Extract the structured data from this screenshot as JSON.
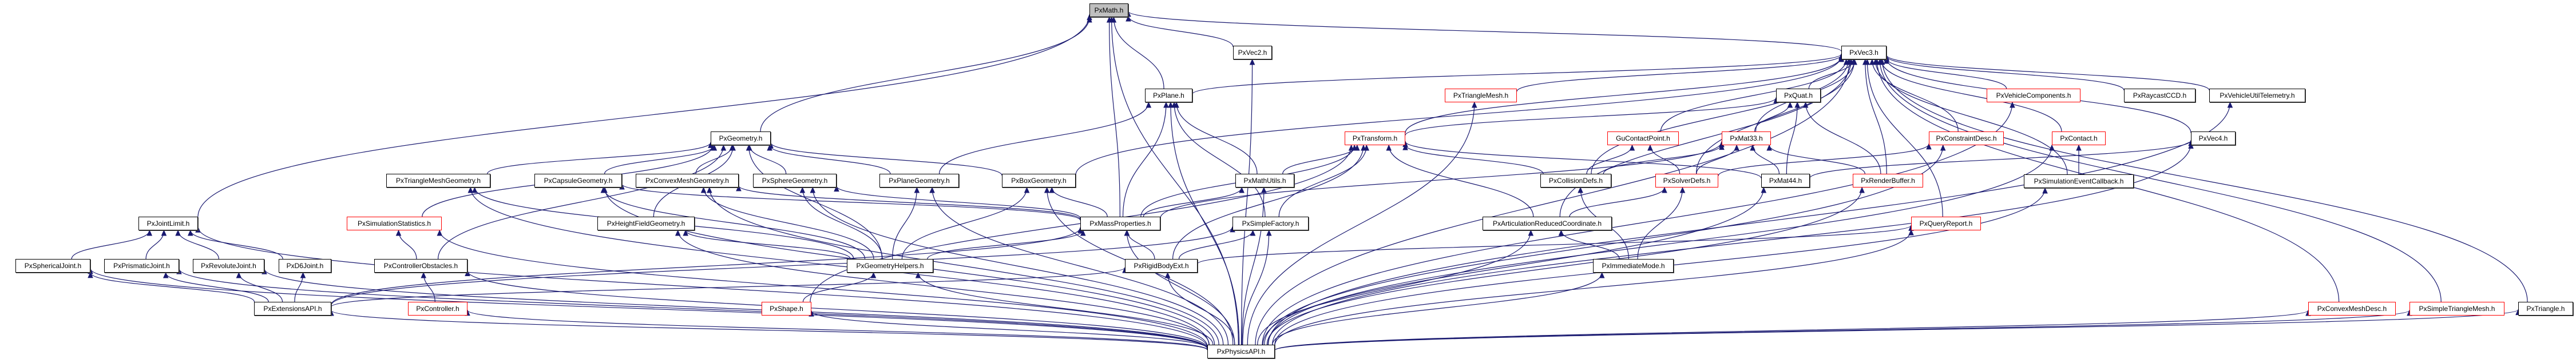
{
  "graph": {
    "title": "PxMath.h",
    "colors": {
      "edge": "#191970",
      "node_border": "#000000",
      "missing_node_border": "#ff0000",
      "root_fill": "#bfbfbf"
    },
    "nodes": {
      "PxMath": "PxMath.h",
      "PxVec2": "PxVec2.h",
      "PxVec3": "PxVec3.h",
      "PxPlane": "PxPlane.h",
      "PxTriangleMesh": "PxTriangleMesh.h",
      "PxQuat": "PxQuat.h",
      "PxVehicleComponents": "PxVehicleComponents.h",
      "PxRaycastCCD": "PxRaycastCCD.h",
      "PxVehicleUtilTelemetry": "PxVehicleUtilTelemetry.h",
      "PxGeometry": "PxGeometry.h",
      "PxTransform": "PxTransform.h",
      "GuContactPoint": "GuContactPoint.h",
      "PxMat33": "PxMat33.h",
      "PxConstraintDesc": "PxConstraintDesc.h",
      "PxContact": "PxContact.h",
      "PxVec4": "PxVec4.h",
      "PxTriangleMeshGeometry": "PxTriangleMeshGeometry.h",
      "PxCapsuleGeometry": "PxCapsuleGeometry.h",
      "PxConvexMeshGeometry": "PxConvexMeshGeometry.h",
      "PxSphereGeometry": "PxSphereGeometry.h",
      "PxPlaneGeometry": "PxPlaneGeometry.h",
      "PxBoxGeometry": "PxBoxGeometry.h",
      "PxMathUtils": "PxMathUtils.h",
      "PxCollisionDefs": "PxCollisionDefs.h",
      "PxSolverDefs": "PxSolverDefs.h",
      "PxMat44": "PxMat44.h",
      "PxRenderBuffer": "PxRenderBuffer.h",
      "PxSimulationEventCallback": "PxSimulationEventCallback.h",
      "PxJointLimit": "PxJointLimit.h",
      "PxSimulationStatistics": "PxSimulationStatistics.h",
      "PxHeightFieldGeometry": "PxHeightFieldGeometry.h",
      "PxMassProperties": "PxMassProperties.h",
      "PxSimpleFactory": "PxSimpleFactory.h",
      "PxArticulationReducedCoordinate": "PxArticulationReducedCoordinate.h",
      "PxQueryReport": "PxQueryReport.h",
      "PxSphericalJoint": "PxSphericalJoint.h",
      "PxPrismaticJoint": "PxPrismaticJoint.h",
      "PxRevoluteJoint": "PxRevoluteJoint.h",
      "PxD6Joint": "PxD6Joint.h",
      "PxControllerObstacles": "PxControllerObstacles.h",
      "PxGeometryHelpers": "PxGeometryHelpers.h",
      "PxRigidBodyExt": "PxRigidBodyExt.h",
      "PxImmediateMode": "PxImmediateMode.h",
      "PxExtensionsAPI": "PxExtensionsAPI.h",
      "PxController": "PxController.h",
      "PxShape": "PxShape.h",
      "PxConvexMeshDesc": "PxConvexMeshDesc.h",
      "PxSimpleTriangleMesh": "PxSimpleTriangleMesh.h",
      "PxTriangle": "PxTriangle.h",
      "PxPhysicsAPI": "PxPhysicsAPI.h"
    },
    "edges": [
      [
        "PxVec2",
        "PxMath"
      ],
      [
        "PxVec3",
        "PxMath"
      ],
      [
        "PxPlane",
        "PxMath"
      ],
      [
        "PxGeometry",
        "PxMath"
      ],
      [
        "PxJointLimit",
        "PxMath"
      ],
      [
        "PxMassProperties",
        "PxMath"
      ],
      [
        "PxPhysicsAPI",
        "PxMath"
      ],
      [
        "PxPhysicsAPI",
        "PxVec2"
      ],
      [
        "PxPlane",
        "PxVec3"
      ],
      [
        "PxTriangleMesh",
        "PxVec3"
      ],
      [
        "PxQuat",
        "PxVec3"
      ],
      [
        "PxTransform",
        "PxVec3"
      ],
      [
        "GuContactPoint",
        "PxVec3"
      ],
      [
        "PxMat33",
        "PxVec3"
      ],
      [
        "PxConstraintDesc",
        "PxVec3"
      ],
      [
        "PxContact",
        "PxVec3"
      ],
      [
        "PxVec4",
        "PxVec3"
      ],
      [
        "PxVehicleComponents",
        "PxVec3"
      ],
      [
        "PxRaycastCCD",
        "PxVec3"
      ],
      [
        "PxVehicleUtilTelemetry",
        "PxVec3"
      ],
      [
        "PxBoxGeometry",
        "PxVec3"
      ],
      [
        "PxCollisionDefs",
        "PxVec3"
      ],
      [
        "PxSolverDefs",
        "PxVec3"
      ],
      [
        "PxRenderBuffer",
        "PxVec3"
      ],
      [
        "PxSimulationEventCallback",
        "PxVec3"
      ],
      [
        "PxQueryReport",
        "PxVec3"
      ],
      [
        "PxArticulationReducedCoordinate",
        "PxVec3"
      ],
      [
        "PxConvexMeshDesc",
        "PxVec3"
      ],
      [
        "PxSimpleTriangleMesh",
        "PxVec3"
      ],
      [
        "PxTriangle",
        "PxVec3"
      ],
      [
        "PxPhysicsAPI",
        "PxVec3"
      ],
      [
        "PxPlaneGeometry",
        "PxPlane"
      ],
      [
        "PxMassProperties",
        "PxPlane"
      ],
      [
        "PxMathUtils",
        "PxPlane"
      ],
      [
        "PxSimpleFactory",
        "PxPlane"
      ],
      [
        "PxPhysicsAPI",
        "PxPlane"
      ],
      [
        "PxTransform",
        "PxQuat"
      ],
      [
        "PxMat33",
        "PxQuat"
      ],
      [
        "PxMat44",
        "PxQuat"
      ],
      [
        "PxRenderBuffer",
        "PxQuat"
      ],
      [
        "PxTriangleMeshGeometry",
        "PxGeometry"
      ],
      [
        "PxCapsuleGeometry",
        "PxGeometry"
      ],
      [
        "PxConvexMeshGeometry",
        "PxGeometry"
      ],
      [
        "PxSphereGeometry",
        "PxGeometry"
      ],
      [
        "PxPlaneGeometry",
        "PxGeometry"
      ],
      [
        "PxBoxGeometry",
        "PxGeometry"
      ],
      [
        "PxHeightFieldGeometry",
        "PxGeometry"
      ],
      [
        "PxSimulationStatistics",
        "PxGeometry"
      ],
      [
        "PxControllerObstacles",
        "PxGeometry"
      ],
      [
        "PxGeometryHelpers",
        "PxGeometry"
      ],
      [
        "PxMathUtils",
        "PxTransform"
      ],
      [
        "PxMassProperties",
        "PxTransform"
      ],
      [
        "PxSimpleFactory",
        "PxTransform"
      ],
      [
        "PxShape",
        "PxTransform"
      ],
      [
        "PxCollisionDefs",
        "PxTransform"
      ],
      [
        "PxArticulationReducedCoordinate",
        "PxTransform"
      ],
      [
        "PxRigidBodyExt",
        "PxTransform"
      ],
      [
        "PxMat44",
        "PxTransform"
      ],
      [
        "PxCollisionDefs",
        "GuContactPoint"
      ],
      [
        "PxSolverDefs",
        "GuContactPoint"
      ],
      [
        "PxCollisionDefs",
        "PxMat33"
      ],
      [
        "PxSolverDefs",
        "PxMat33"
      ],
      [
        "PxMat44",
        "PxMat33"
      ],
      [
        "PxRenderBuffer",
        "PxMat33"
      ],
      [
        "PxMassProperties",
        "PxMat33"
      ],
      [
        "PxSolverDefs",
        "PxConstraintDesc"
      ],
      [
        "PxPhysicsAPI",
        "PxConstraintDesc"
      ],
      [
        "PxSimulationEventCallback",
        "PxContact"
      ],
      [
        "PxPhysicsAPI",
        "PxContact"
      ],
      [
        "PxMat44",
        "PxVec4"
      ],
      [
        "PxPhysicsAPI",
        "PxVec4"
      ],
      [
        "PxPhysicsAPI",
        "PxTriangleMesh"
      ],
      [
        "PxPhysicsAPI",
        "PxVehicleUtilTelemetry"
      ],
      [
        "PxPhysicsAPI",
        "PxVehicleComponents"
      ],
      [
        "PxGeometryHelpers",
        "PxTriangleMeshGeometry"
      ],
      [
        "PxPhysicsAPI",
        "PxTriangleMeshGeometry"
      ],
      [
        "PxGeometryHelpers",
        "PxCapsuleGeometry"
      ],
      [
        "PxMassProperties",
        "PxCapsuleGeometry"
      ],
      [
        "PxPhysicsAPI",
        "PxCapsuleGeometry"
      ],
      [
        "PxGeometryHelpers",
        "PxConvexMeshGeometry"
      ],
      [
        "PxMassProperties",
        "PxConvexMeshGeometry"
      ],
      [
        "PxPhysicsAPI",
        "PxConvexMeshGeometry"
      ],
      [
        "PxGeometryHelpers",
        "PxSphereGeometry"
      ],
      [
        "PxMassProperties",
        "PxSphereGeometry"
      ],
      [
        "PxPhysicsAPI",
        "PxSphereGeometry"
      ],
      [
        "PxGeometryHelpers",
        "PxPlaneGeometry"
      ],
      [
        "PxPhysicsAPI",
        "PxPlaneGeometry"
      ],
      [
        "PxGeometryHelpers",
        "PxBoxGeometry"
      ],
      [
        "PxMassProperties",
        "PxBoxGeometry"
      ],
      [
        "PxPhysicsAPI",
        "PxBoxGeometry"
      ],
      [
        "PxGeometryHelpers",
        "PxHeightFieldGeometry"
      ],
      [
        "PxPhysicsAPI",
        "PxHeightFieldGeometry"
      ],
      [
        "PxMassProperties",
        "PxMathUtils"
      ],
      [
        "PxPhysicsAPI",
        "PxMathUtils"
      ],
      [
        "PxArticulationReducedCoordinate",
        "PxSolverDefs"
      ],
      [
        "PxImmediateMode",
        "PxSolverDefs"
      ],
      [
        "PxImmediateMode",
        "PxCollisionDefs"
      ],
      [
        "PxPhysicsAPI",
        "PxMat44"
      ],
      [
        "PxPhysicsAPI",
        "PxRenderBuffer"
      ],
      [
        "PxPhysicsAPI",
        "PxSimulationEventCallback"
      ],
      [
        "PxSphericalJoint",
        "PxJointLimit"
      ],
      [
        "PxPrismaticJoint",
        "PxJointLimit"
      ],
      [
        "PxRevoluteJoint",
        "PxJointLimit"
      ],
      [
        "PxD6Joint",
        "PxJointLimit"
      ],
      [
        "PxPhysicsAPI",
        "PxJointLimit"
      ],
      [
        "PxControllerObstacles",
        "PxSimulationStatistics"
      ],
      [
        "PxPhysicsAPI",
        "PxSimulationStatistics"
      ],
      [
        "PxGeometryHelpers",
        "PxMassProperties"
      ],
      [
        "PxRigidBodyExt",
        "PxMassProperties"
      ],
      [
        "PxExtensionsAPI",
        "PxMassProperties"
      ],
      [
        "PxPhysicsAPI",
        "PxMassProperties"
      ],
      [
        "PxRigidBodyExt",
        "PxSimpleFactory"
      ],
      [
        "PxExtensionsAPI",
        "PxSimpleFactory"
      ],
      [
        "PxPhysicsAPI",
        "PxSimpleFactory"
      ],
      [
        "PxImmediateMode",
        "PxArticulationReducedCoordinate"
      ],
      [
        "PxPhysicsAPI",
        "PxArticulationReducedCoordinate"
      ],
      [
        "PxRigidBodyExt",
        "PxQueryReport"
      ],
      [
        "PxPhysicsAPI",
        "PxQueryReport"
      ],
      [
        "PxExtensionsAPI",
        "PxSphericalJoint"
      ],
      [
        "PxExtensionsAPI",
        "PxPrismaticJoint"
      ],
      [
        "PxExtensionsAPI",
        "PxRevoluteJoint"
      ],
      [
        "PxExtensionsAPI",
        "PxD6Joint"
      ],
      [
        "PxPhysicsAPI",
        "PxSphericalJoint"
      ],
      [
        "PxPhysicsAPI",
        "PxPrismaticJoint"
      ],
      [
        "PxPhysicsAPI",
        "PxRevoluteJoint"
      ],
      [
        "PxController",
        "PxControllerObstacles"
      ],
      [
        "PxPhysicsAPI",
        "PxControllerObstacles"
      ],
      [
        "PxShape",
        "PxGeometryHelpers"
      ],
      [
        "PxPhysicsAPI",
        "PxGeometryHelpers"
      ],
      [
        "PxExtensionsAPI",
        "PxRigidBodyExt"
      ],
      [
        "PxPhysicsAPI",
        "PxRigidBodyExt"
      ],
      [
        "PxPhysicsAPI",
        "PxImmediateMode"
      ],
      [
        "PxPhysicsAPI",
        "PxExtensionsAPI"
      ],
      [
        "PxPhysicsAPI",
        "PxController"
      ],
      [
        "PxPhysicsAPI",
        "PxShape"
      ],
      [
        "PxPhysicsAPI",
        "PxConvexMeshDesc"
      ],
      [
        "PxPhysicsAPI",
        "PxSimpleTriangleMesh"
      ],
      [
        "PxPhysicsAPI",
        "PxTriangle"
      ]
    ]
  }
}
